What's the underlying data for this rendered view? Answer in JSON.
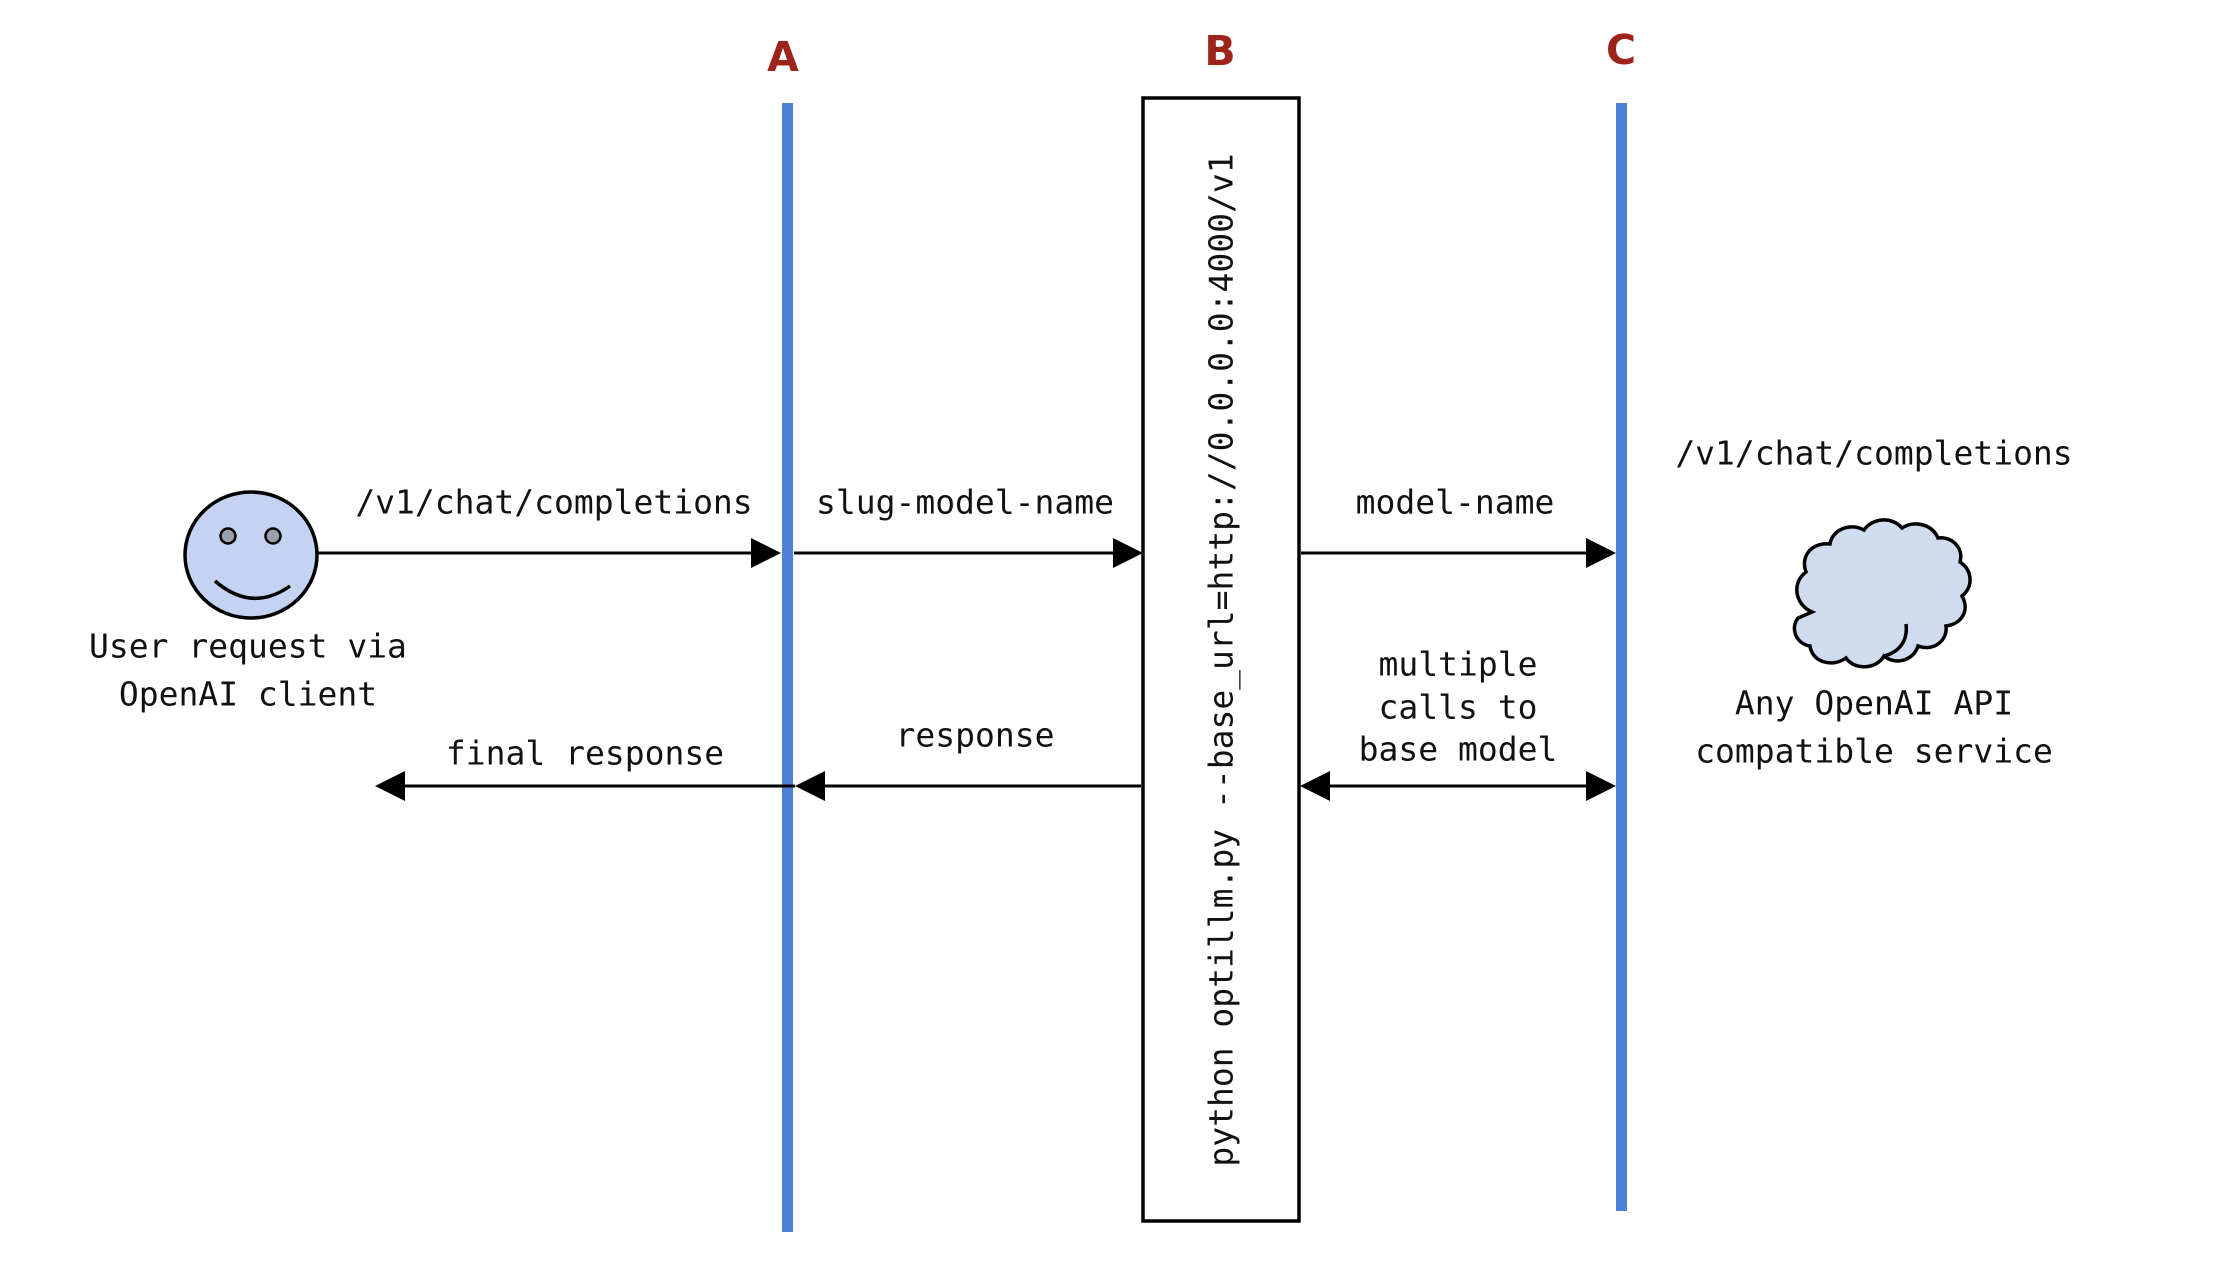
{
  "colors": {
    "lifeline_blue": "#4f80d8",
    "column_label_red": "#9e231b",
    "face_fill": "#c5d3f2",
    "eye_fill": "#9aa0ac",
    "cloud_fill": "#cfdcef",
    "arrow_black": "#000000"
  },
  "columns": {
    "a": "A",
    "b": "B",
    "c": "C"
  },
  "proxy_box": {
    "command": "python optillm.py --base_url=http://0.0.0.0:4000/v1"
  },
  "actor": {
    "caption_line1": "User request via",
    "caption_line2": "OpenAI client"
  },
  "messages": {
    "request": "/v1/chat/completions",
    "slug_model": "slug-model-name",
    "model_name": "model-name",
    "response": "response",
    "final_response": "final response",
    "multiple_line1": "multiple",
    "multiple_line2": "calls to",
    "multiple_line3": "base model"
  },
  "service": {
    "endpoint": "/v1/chat/completions",
    "caption_line1": "Any OpenAI API",
    "caption_line2": "compatible service"
  }
}
